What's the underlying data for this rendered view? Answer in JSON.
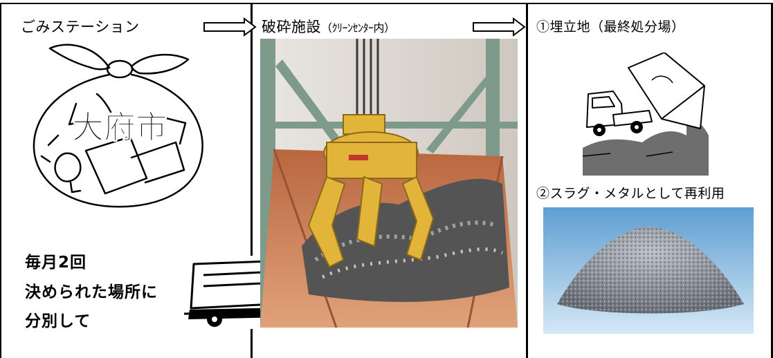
{
  "columns": {
    "station": {
      "heading": "ごみステーション",
      "bag_label": "大府市",
      "lines": [
        "毎月2回",
        "決められた場所に",
        "分別して"
      ]
    },
    "crushing": {
      "heading_main": "破砕施設",
      "heading_sub": "（ｸﾘｰﾝｾﾝﾀｰ内）"
    },
    "destination": {
      "landfill_heading": "①埋立地（最終処分場）",
      "recycle_heading": "②スラグ・メタルとして再利用"
    }
  },
  "colors": {
    "line": "#000000",
    "hopper": "#b8623a",
    "crane": "#e2b43a",
    "slag_sky": "#7fb4dc",
    "slag_pile": "#8a8f98"
  },
  "icons": [
    "garbage-bag-icon",
    "garbage-truck-icon",
    "dump-truck-icon",
    "flow-arrow-icon"
  ]
}
